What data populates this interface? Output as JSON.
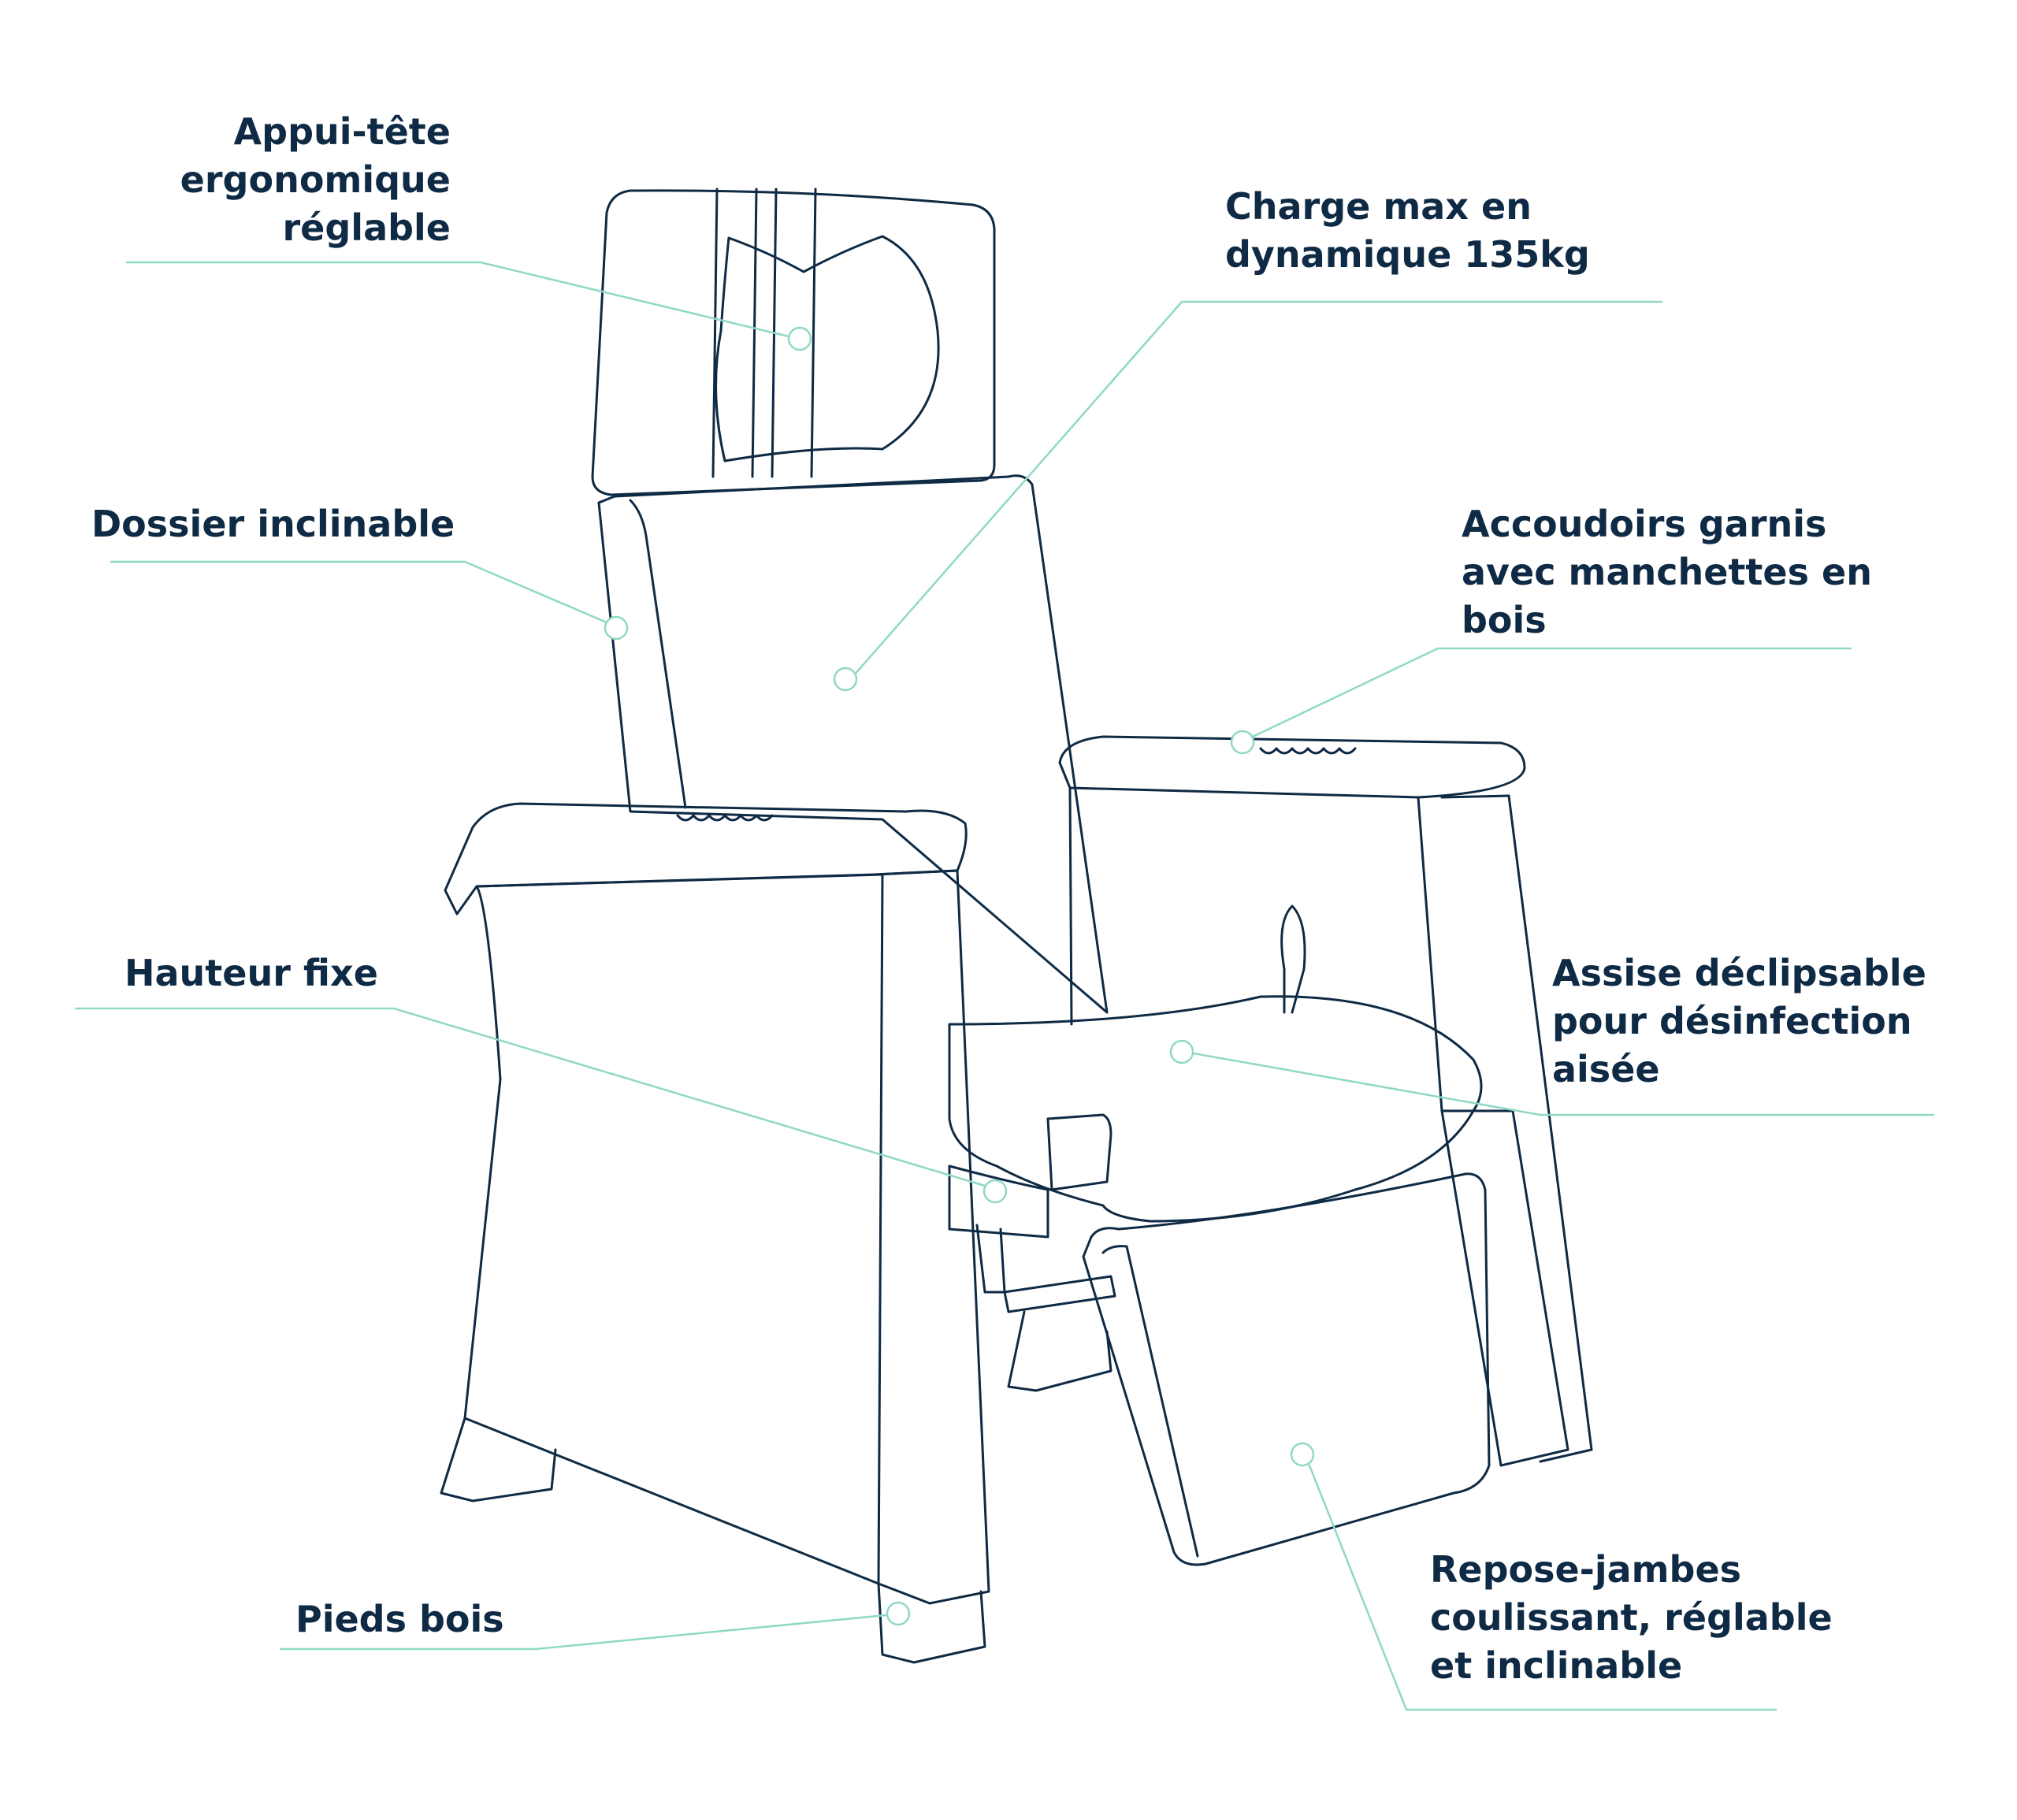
{
  "colors": {
    "ink": "#0f2a44",
    "leader": "#8fd9c4",
    "background": "#ffffff"
  },
  "callouts": {
    "headrest": {
      "lines": [
        "Appui-tête",
        "ergonomique",
        "réglable"
      ]
    },
    "load": {
      "lines": [
        "Charge max en",
        "dynamique 135kg"
      ]
    },
    "backrest": {
      "lines": [
        "Dossier inclinable"
      ]
    },
    "armrests": {
      "lines": [
        "Accoudoirs garnis",
        "avec manchettes en",
        "bois"
      ]
    },
    "height": {
      "lines": [
        "Hauteur fixe"
      ]
    },
    "seat": {
      "lines": [
        "Assise déclipsable",
        "pour désinfection",
        "aisée"
      ]
    },
    "legrest": {
      "lines": [
        "Repose-jambes",
        "coulissant, réglable",
        "et inclinable"
      ]
    },
    "feet": {
      "lines": [
        "Pieds bois"
      ]
    }
  }
}
